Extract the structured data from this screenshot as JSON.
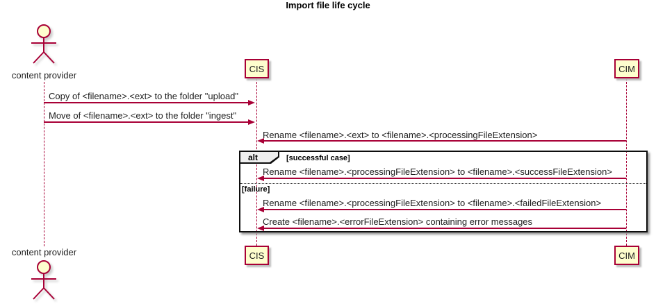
{
  "diagram": {
    "title": "Import file life cycle",
    "actor": {
      "name": "content provider"
    },
    "participants": [
      {
        "name": "CIS"
      },
      {
        "name": "CIM"
      }
    ],
    "messages": [
      {
        "from": "content provider",
        "to": "CIS",
        "text": "Copy of <filename>.<ext> to the folder \"upload\""
      },
      {
        "from": "content provider",
        "to": "CIS",
        "text": "Move of <filename>.<ext> to the folder \"ingest\""
      },
      {
        "from": "CIM",
        "to": "CIS",
        "text": "Rename <filename>.<ext> to <filename>.<processingFileExtension>"
      }
    ],
    "alt": {
      "keyword": "alt",
      "sections": [
        {
          "condition": "[successful case]",
          "messages": [
            {
              "from": "CIM",
              "to": "CIS",
              "text": "Rename <filename>.<processingFileExtension> to <filename>.<successFileExtension>"
            }
          ]
        },
        {
          "condition": "[failure]",
          "messages": [
            {
              "from": "CIM",
              "to": "CIS",
              "text": "Rename <filename>.<processingFileExtension> to <filename>.<failedFileExtension>"
            },
            {
              "from": "CIM",
              "to": "CIS",
              "text": "Create <filename>.<errorFileExtension> containing error messages"
            }
          ]
        }
      ]
    },
    "colors": {
      "accent": "#A80036",
      "participant_fill": "#FEFECE",
      "frame_border": "#000000",
      "background": "#FFFFFF"
    }
  }
}
